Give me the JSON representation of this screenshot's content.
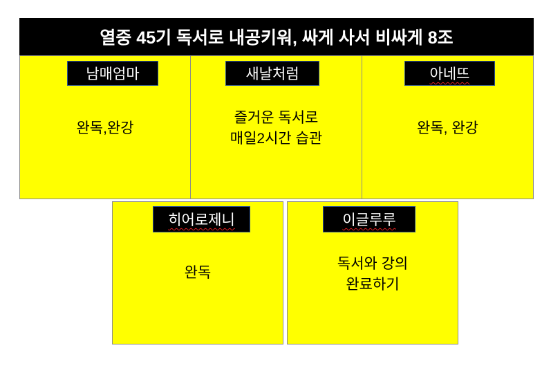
{
  "title": "열중 45기 독서로 내공키워, 싸게 사서 비싸게 8조",
  "members": [
    {
      "name": "남매엄마",
      "goal": "완독,완강"
    },
    {
      "name": "새날처럼",
      "goal": "즐거운 독서로\n매일2시간 습관"
    },
    {
      "name": "아네뜨",
      "goal": "완독, 완강"
    },
    {
      "name": "히어로제니",
      "goal": "완독"
    },
    {
      "name": "이글루루",
      "goal": "독서와 강의\n완료하기"
    }
  ],
  "colors": {
    "card": "#ffff00",
    "header": "#000000"
  }
}
